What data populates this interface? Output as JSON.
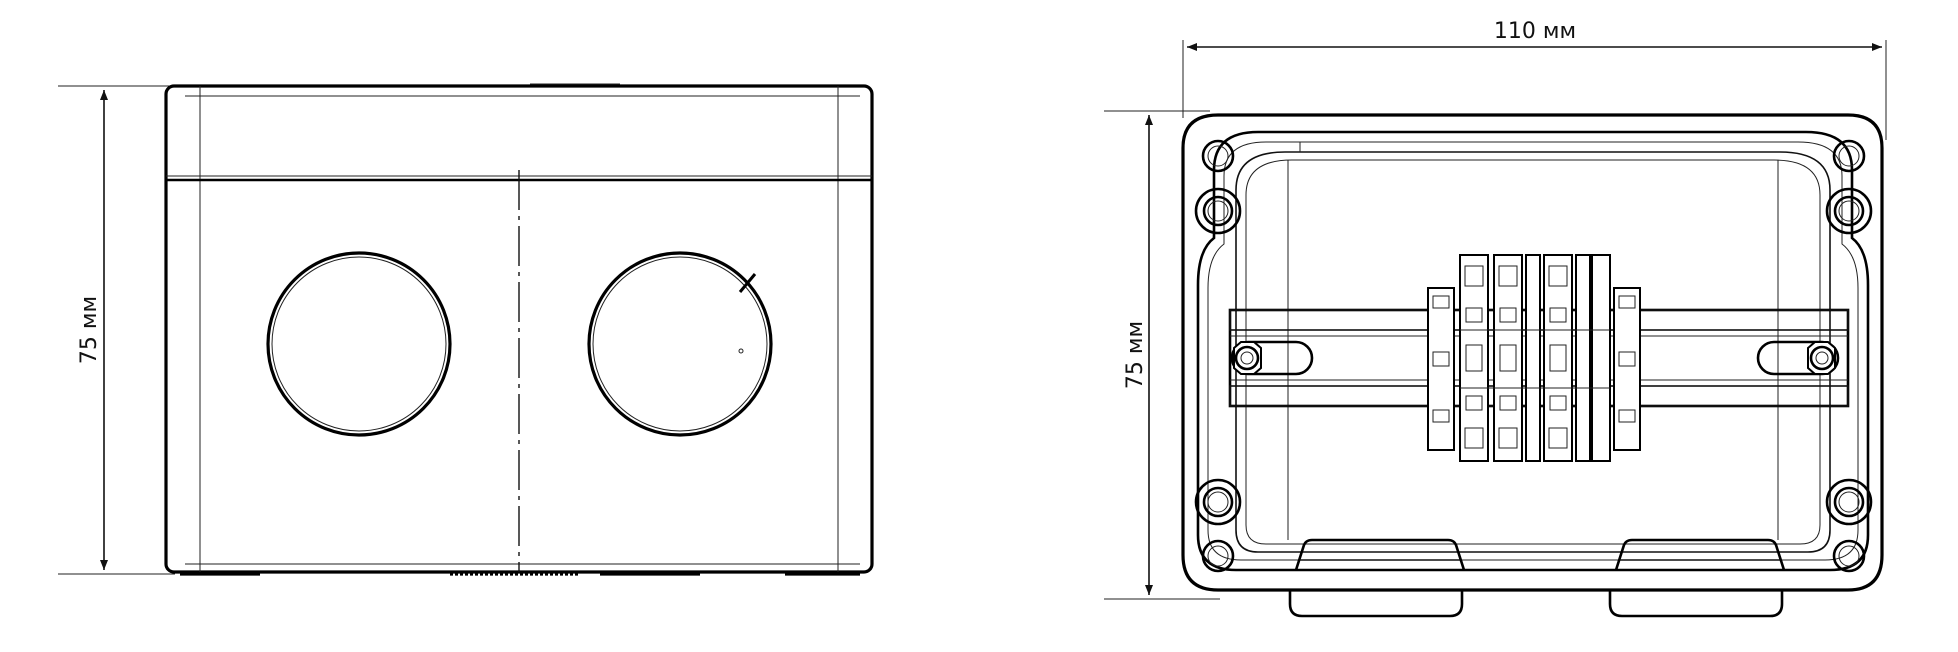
{
  "front_view": {
    "height_label": "75 мм"
  },
  "top_view": {
    "width_label": "110 мм",
    "height_label": "75 мм"
  }
}
